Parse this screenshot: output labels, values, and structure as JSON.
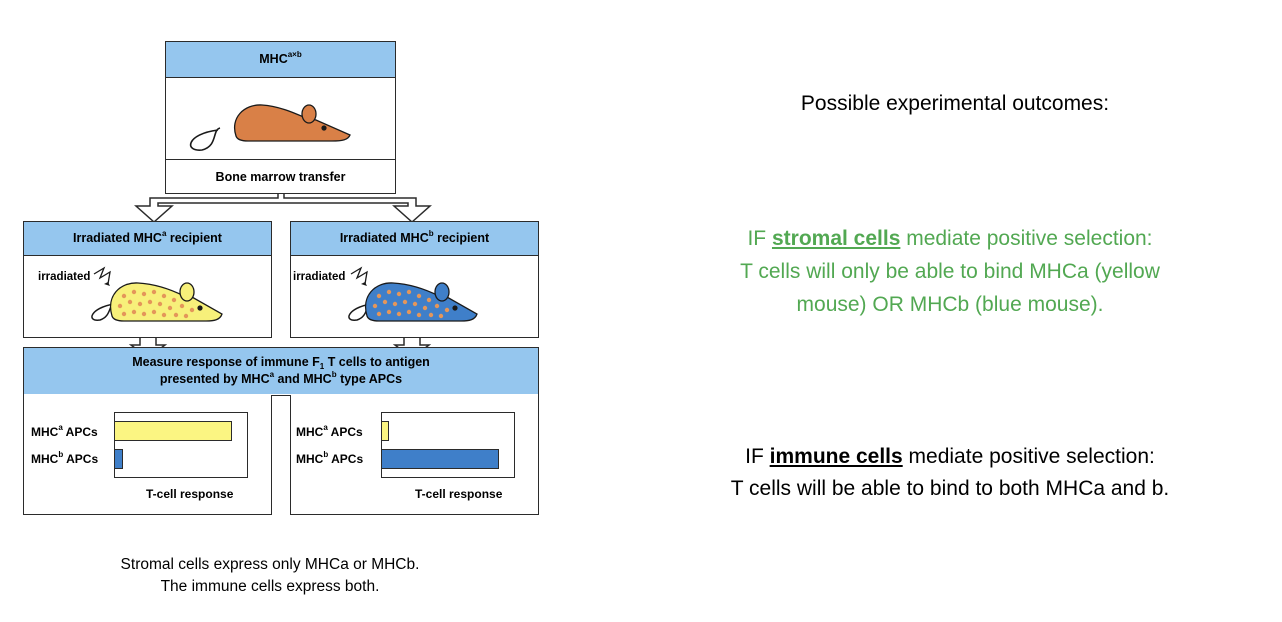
{
  "diagram": {
    "donor_header_base": "MHC",
    "donor_header_sup": "a×b",
    "transfer_label": "Bone marrow transfer",
    "recipient_a": {
      "base": "Irradiated MHC",
      "sup": "a",
      "rest": " recipient",
      "irradiated": "irradiated"
    },
    "recipient_b": {
      "base": "Irradiated MHC",
      "sup": "b",
      "rest": " recipient",
      "irradiated": "irradiated"
    },
    "measure_line1_a": "Measure response of immune F",
    "measure_line1_sub": "1",
    "measure_line1_b": " T cells to antigen",
    "measure_line2_a": "presented by MHC",
    "measure_line2_sup1": "a",
    "measure_line2_b": " and MHC",
    "measure_line2_sup2": "b",
    "measure_line2_c": " type APCs",
    "apc_a": {
      "base": "MHC",
      "sup": "a",
      "rest": " APCs"
    },
    "apc_b": {
      "base": "MHC",
      "sup": "b",
      "rest": " APCs"
    },
    "axis_label": "T-cell response",
    "caption_line1": "Stromal cells express only MHCa or MHCb.",
    "caption_line2": "The immune cells express both."
  },
  "chart_data": [
    {
      "type": "bar",
      "orientation": "horizontal",
      "categories": [
        "MHCa APCs",
        "MHCb APCs"
      ],
      "values": [
        1.0,
        0.08
      ],
      "xlabel": "T-cell response",
      "colors": [
        "#fbf582",
        "#3f7fc9"
      ]
    },
    {
      "type": "bar",
      "orientation": "horizontal",
      "categories": [
        "MHCa APCs",
        "MHCb APCs"
      ],
      "values": [
        0.07,
        1.0
      ],
      "xlabel": "T-cell response",
      "colors": [
        "#fbf582",
        "#3f7fc9"
      ]
    }
  ],
  "outcomes": {
    "title": "Possible experimental outcomes:",
    "stromal_pre": "IF ",
    "stromal_key": "stromal cells",
    "stromal_post": " mediate positive selection:",
    "stromal_line2": "T cells will only be able to bind  MHCa (yellow",
    "stromal_line3": "mouse) OR MHCb (blue mouse).",
    "immune_pre": "IF ",
    "immune_key": "immune cells",
    "immune_post": " mediate positive selection:",
    "immune_line2": "T cells will be able to bind to both MHCa and b.",
    "green": "#52a852"
  },
  "colors": {
    "header_blue": "#95c6ee",
    "donor_mouse": "#d98047",
    "yellow_mouse": "#f7f07a",
    "blue_mouse": "#3f7fc9",
    "spot": "#e4965a"
  }
}
